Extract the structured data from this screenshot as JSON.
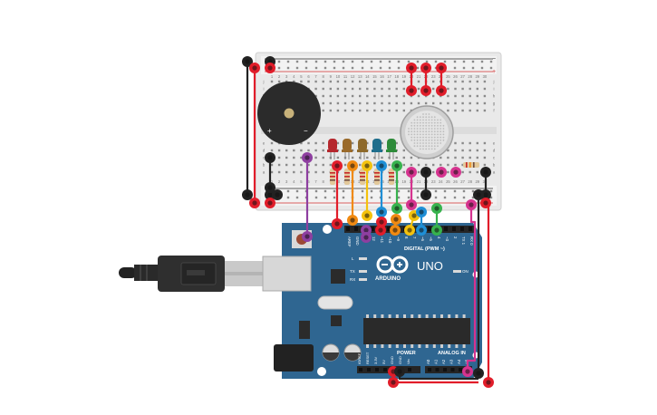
{
  "board": {
    "model_label": "UNO",
    "brand_label": "ARDUINO",
    "digital_header_label": "DIGITAL (PWM ~)",
    "power_label": "POWER",
    "analog_label": "ANALOG IN",
    "on_label": "ON",
    "led_l_label": "L",
    "led_tx_label": "TX",
    "led_rx_label": "RX",
    "digital_pins": [
      "AREF",
      "GND",
      "13",
      "12",
      "~11",
      "~10",
      "~9",
      "8",
      "7",
      "~6",
      "~5",
      "4",
      "~3",
      "2",
      "TX 1",
      "RX 0"
    ],
    "power_pins": [
      "IOREF",
      "RESET",
      "3.3V",
      "5V",
      "GND",
      "GND",
      "Vin"
    ],
    "analog_pins": [
      "A0",
      "A1",
      "A2",
      "A3",
      "A4",
      "A5"
    ]
  },
  "breadboard": {
    "column_numbers": [
      "1",
      "2",
      "3",
      "4",
      "5",
      "6",
      "7",
      "8",
      "9",
      "10",
      "11",
      "12",
      "13",
      "14",
      "15",
      "16",
      "17",
      "18",
      "19",
      "20",
      "21",
      "22",
      "23",
      "24",
      "25",
      "26",
      "27",
      "28",
      "29",
      "30"
    ],
    "row_letters_top": [
      "j",
      "i",
      "h",
      "g",
      "f"
    ],
    "row_letters_bottom": [
      "e",
      "d",
      "c",
      "b",
      "a"
    ],
    "plus_sign": "+",
    "minus_sign": "−"
  },
  "components": {
    "buzzer_plus": "+",
    "buzzer_minus": "−",
    "led_colors": [
      "#b5272d",
      "#9a6a2a",
      "#8e6a2c",
      "#1f6e8c",
      "#2e8b3a"
    ],
    "photoresistor": "photocell"
  },
  "wire_colors": {
    "red": "#e11d2a",
    "black": "#222222",
    "purple": "#8e3fa0",
    "orange": "#f08a12",
    "yellow": "#f4c20d",
    "blue": "#1f8fd6",
    "green": "#37b24d",
    "magenta": "#d6338f"
  }
}
